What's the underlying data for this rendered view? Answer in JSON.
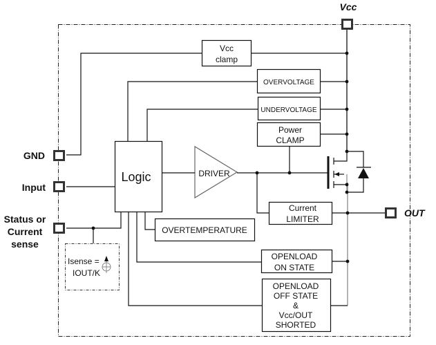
{
  "diagram": {
    "pins": {
      "vcc": "Vcc",
      "gnd": "GND",
      "input": "Input",
      "status_line1": "Status or",
      "status_line2": "Current",
      "status_line3": "sense",
      "out": "OUT"
    },
    "blocks": {
      "vcc_clamp": [
        "Vcc",
        "clamp"
      ],
      "overvoltage": "OVERVOLTAGE",
      "undervoltage": "UNDERVOLTAGE",
      "power_clamp": [
        "Power",
        "CLAMP"
      ],
      "logic": "Logic",
      "driver": "DRIVER",
      "current_limiter": [
        "Current",
        "LIMITER"
      ],
      "overtemperature": "OVERTEMPERATURE",
      "openload_on": [
        "OPENLOAD",
        "ON STATE"
      ],
      "openload_off": [
        "OPENLOAD",
        "OFF STATE",
        "&",
        "Vcc/OUT",
        "SHORTED"
      ],
      "isense": [
        "Isense =",
        "IOUT/K"
      ]
    }
  }
}
